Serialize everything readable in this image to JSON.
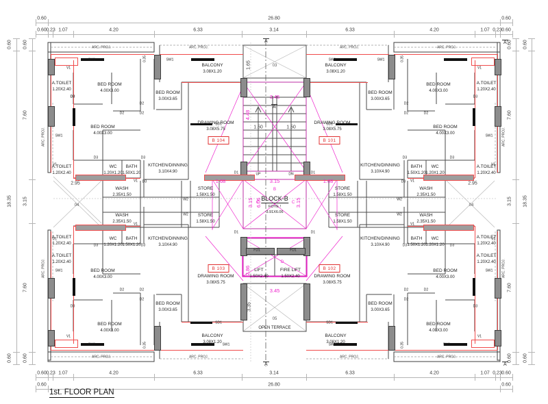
{
  "drawing": {
    "title": "1st. FLOOR PLAN",
    "block_label": "BLOCK-B",
    "foyer_label": "FOYE !",
    "foyer_size": "3.91X6.06",
    "accent_red": "#e03030",
    "accent_magenta": "#ee22cc",
    "wall_fill": "#8c8c8c",
    "line_color": "#3d3d3d"
  },
  "dimensions": {
    "top_outer": [
      "0.60",
      "26.80",
      "0.60"
    ],
    "top_inner": [
      "0.60",
      "0.23",
      "1.07",
      "4.20",
      "6.33",
      "3.14",
      "6.33",
      "4.20",
      "1.07",
      "0.23",
      "0.60"
    ],
    "bottom_inner": [
      "0.60",
      "0.23",
      "1.07",
      "4.20",
      "6.33",
      "3.14",
      "6.33",
      "4.20",
      "1.07",
      "0.23",
      "0.60"
    ],
    "bottom_outer": [
      "0.60",
      "26.80",
      "0.60"
    ],
    "left_inner": [
      "0.60",
      "7.60",
      "3.15",
      "7.60",
      "0.60"
    ],
    "left_outer": [
      "0.60",
      "18.35",
      "0.60"
    ],
    "right_inner": [
      "0.60",
      "7.60",
      "3.15",
      "7.60",
      "0.60"
    ],
    "right_outer": [
      "0.60",
      "18.35",
      "0.60"
    ]
  },
  "internal_dims": {
    "stair_width": "3.45",
    "stair_flight_left": "1.50",
    "stair_flight_right": "1.50",
    "stair_run": "4.48",
    "balcony_gap_top": "1.65",
    "foyer_width": "3.15",
    "foyer_height": "6.06",
    "side_door_left": "1.68",
    "side_door_right": "1.68",
    "corridor_left": "3.15",
    "corridor_right": "3.15",
    "lift_lobby": "3.45",
    "lift_depth": "2.86",
    "terrace_depth": "3.35",
    "side_terrace": "2.95"
  },
  "area_markers": {
    "top_center": "03",
    "left_mid": "04",
    "right_mid": "04",
    "bottom_center": "05",
    "foyer": "B",
    "corridor_left": "C",
    "corridor_right": "C",
    "lift_lobby": "D"
  },
  "section_marks": {
    "top": "A",
    "bottom": "A",
    "stair_top": "A",
    "right_top": "A",
    "right_bottom": "A"
  },
  "units": [
    {
      "tag": "B 104",
      "corner": "top-left"
    },
    {
      "tag": "B 101",
      "corner": "top-right"
    },
    {
      "tag": "B 103",
      "corner": "bottom-left"
    },
    {
      "tag": "B 102",
      "corner": "bottom-right"
    }
  ],
  "rooms": {
    "bed_room_large": {
      "name": "BED ROOM",
      "size": "4.00X3.00"
    },
    "bed_room_small": {
      "name": "BED ROOM",
      "size": "3.00X3.65"
    },
    "a_toilet": {
      "name": "A.TOILET",
      "size": "1.20X2.40"
    },
    "wc": {
      "name": "WC",
      "size": "1.20X1.20"
    },
    "bath": {
      "name": "BATH",
      "size": "1.50X1.20"
    },
    "kitchen": {
      "name": "KITCHEN/DINNING",
      "size": "3.10X4.90"
    },
    "drawing_room": {
      "name": "DRAWING ROOM",
      "size": "3.08X5.75"
    },
    "balcony": {
      "name": "BALCONY",
      "size": "3.08X1.20"
    },
    "wash": {
      "name": "WASH",
      "size": "2.35X1.50"
    },
    "store": {
      "name": "STORE",
      "size": "1.58X1.50"
    },
    "lift": {
      "name": "LIFT",
      "size": "1.50X2.40"
    },
    "fire_lift": {
      "name": "FIRE LIFT",
      "size": "1.50X2.40"
    },
    "open_terrace": {
      "name": "OPEN TERRACE"
    }
  },
  "annotations": {
    "arc_proj": "ARC. PROJ.",
    "door_d1": "D1",
    "door_d2": "D2",
    "door_d3": "D3",
    "door_fd1": "FD1",
    "door_sd1": "SD1",
    "window_sw1": "SW1",
    "window_v1": "V1",
    "window_w2": "W2",
    "stair_up": "UP",
    "stair_dn": "DN",
    "dim_035": "0.35"
  }
}
